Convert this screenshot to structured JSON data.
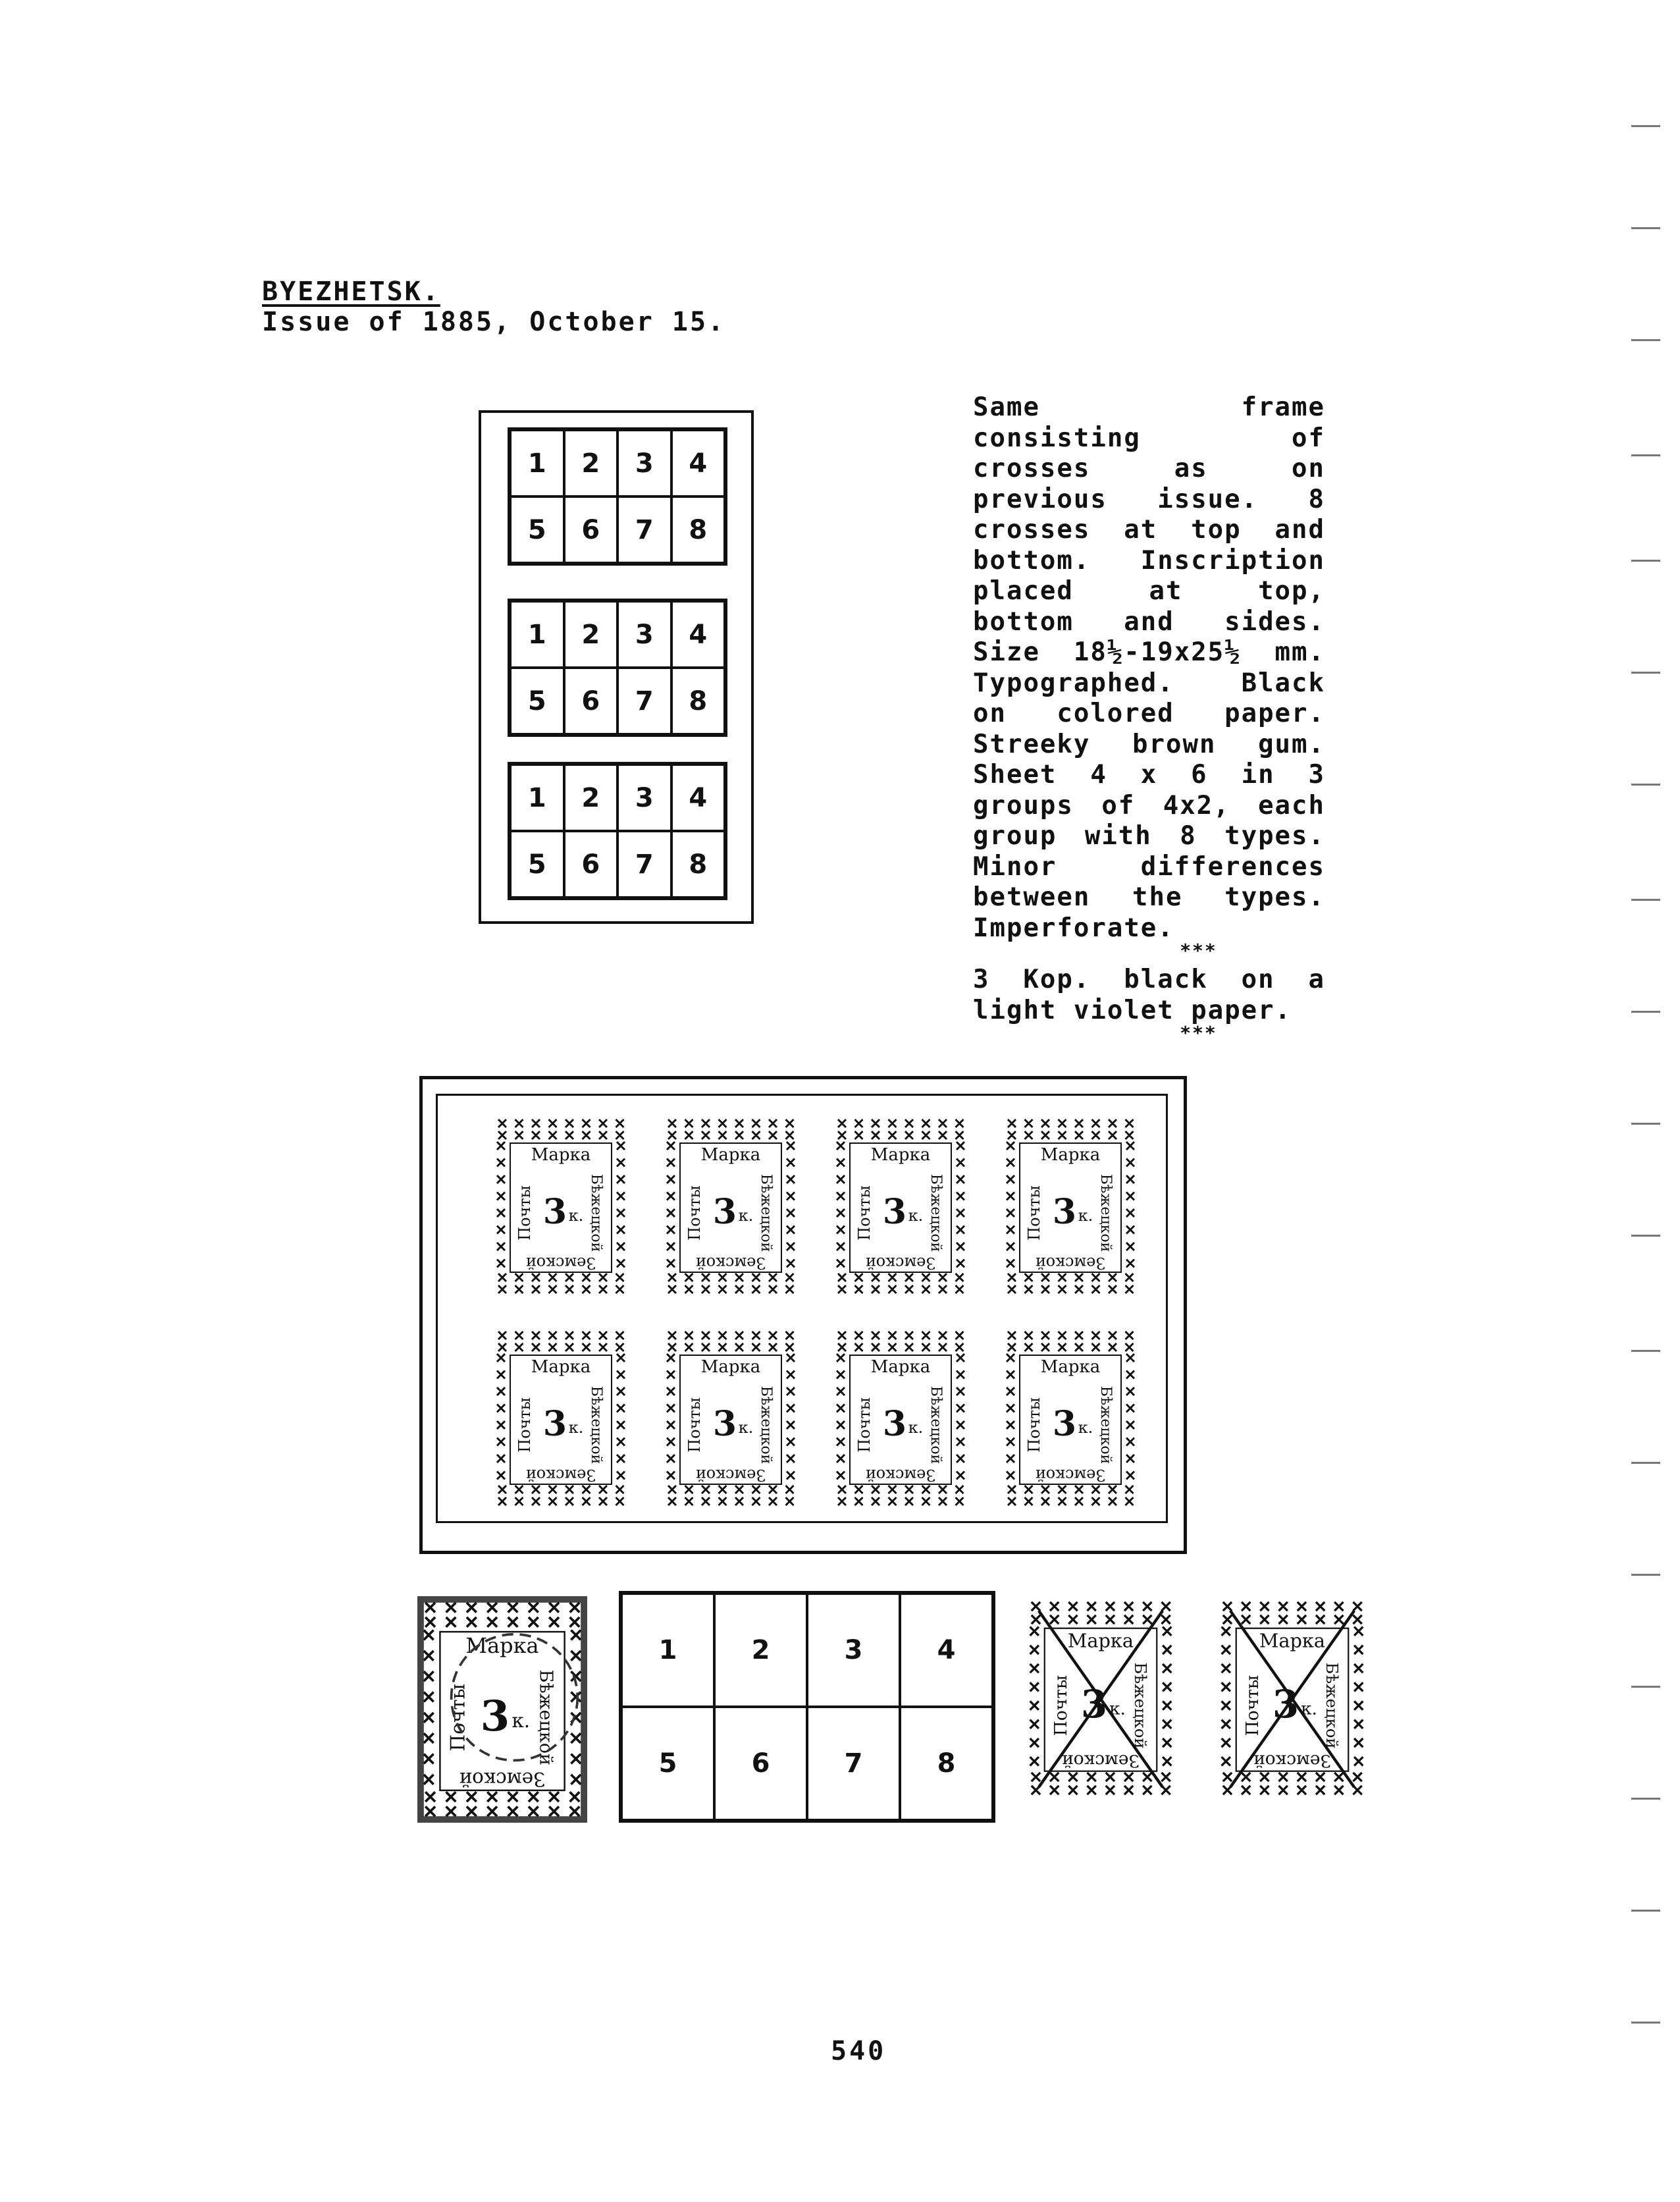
{
  "header": {
    "title": "BYEZHETSK.",
    "subtitle": "Issue of 1885, October 15."
  },
  "sheet_layout": {
    "groups": [
      [
        "1",
        "2",
        "3",
        "4",
        "5",
        "6",
        "7",
        "8"
      ],
      [
        "1",
        "2",
        "3",
        "4",
        "5",
        "6",
        "7",
        "8"
      ],
      [
        "1",
        "2",
        "3",
        "4",
        "5",
        "6",
        "7",
        "8"
      ]
    ]
  },
  "description": {
    "body": "Same frame consisting of crosses as on previous issue. 8 crosses at top and bottom. Inscription placed at top, bottom and sides. Size 18½-19x25½ mm. Typographed. Black on colored paper. Streeky brown gum. Sheet 4 x 6 in 3 groups of 4x2, each group with 8 types. Minor differences between the types. Imperforate.",
    "separator": "***",
    "note": "3 Kop. black on a light violet paper.",
    "separator2": "***"
  },
  "stamp": {
    "top": "Марка",
    "left": "Почты",
    "right": "Бѣжецкой",
    "value": "3",
    "unit": "к.",
    "bottom": "Земской"
  },
  "positions_grid": [
    "1",
    "2",
    "3",
    "4",
    "5",
    "6",
    "7",
    "8"
  ],
  "page_number": "540"
}
